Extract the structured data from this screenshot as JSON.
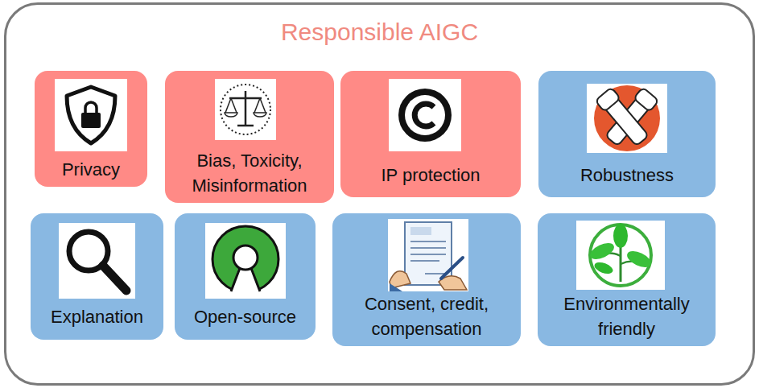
{
  "diagram": {
    "nodes": [
      {
        "text": [
          "Responsible AIGC"
        ]
      },
      {
        "text": [
          "Privacy"
        ],
        "in": 0
      },
      {
        "text": [
          "Bias, Toxicity, Misinformation"
        ],
        "in": 0
      },
      {
        "text": [
          "IP protection"
        ],
        "in": 0
      },
      {
        "text": [
          "Robustness"
        ],
        "in": 0
      },
      {
        "text": [
          "Explanation"
        ],
        "in": 0
      },
      {
        "text": [
          "Open-source"
        ],
        "in": 0
      },
      {
        "text": [
          "Consent, credit, compensation"
        ],
        "in": 0
      },
      {
        "text": [
          "Environmentally friendly"
        ],
        "in": 0
      }
    ]
  }
}
